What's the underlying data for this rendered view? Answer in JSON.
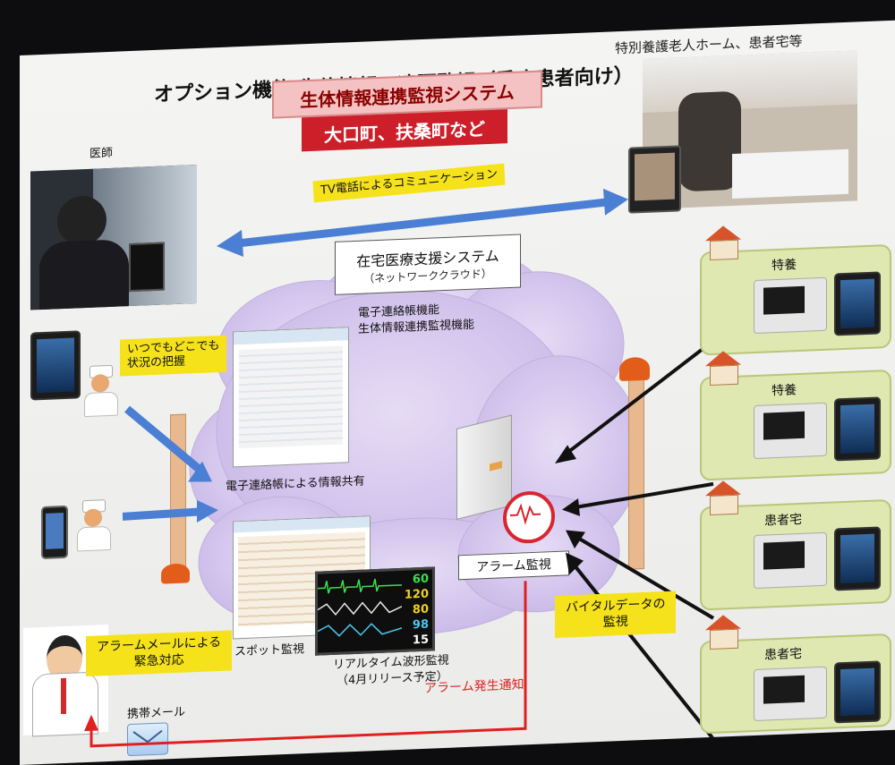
{
  "title": "オプション機能  生体情報の遠隔監視（重症患者向け）",
  "subtitle": "特別養護老人ホーム、患者宅等",
  "banner_system": "生体情報連携監視システム",
  "banner_towns": "大口町、扶桑町など",
  "doctor_label": "医師",
  "tv_phone": "TV電話によるコミュニケーション",
  "cloud": {
    "title": "在宅医療支援システム",
    "subtitle": "（ネットワーククラウド）",
    "feature1": "電子連絡帳機能",
    "feature2": "生体情報連携監視機能"
  },
  "anytime": {
    "line1": "いつでもどこでも",
    "line2": "状況の把握"
  },
  "info_share": "電子連絡帳による情報共有",
  "spot": "スポット監視",
  "realtime": {
    "line1": "リアルタイム波形監視",
    "line2": "（4月リリース予定）"
  },
  "alarm_monitor": "アラーム監視",
  "vital": {
    "line1": "バイタルデータの",
    "line2": "監視"
  },
  "alarm_mail": {
    "line1": "アラームメールによる",
    "line2": "緊急対応"
  },
  "mobile_mail": "携帯メール",
  "alarm_notice": "アラーム発生通知",
  "vitals_readout": [
    "60",
    "120",
    "80",
    "98",
    "15"
  ],
  "sites": [
    {
      "label": "特養"
    },
    {
      "label": "特養"
    },
    {
      "label": "患者宅"
    },
    {
      "label": "患者宅"
    }
  ],
  "colors": {
    "banner_red": "#cc1f2a",
    "banner_pink": "#f4c2c2",
    "yellow": "#f5e21a",
    "arrow_blue": "#4a7fd4",
    "alarm_red": "#e02020",
    "panel_green": "#dfe8b0"
  }
}
